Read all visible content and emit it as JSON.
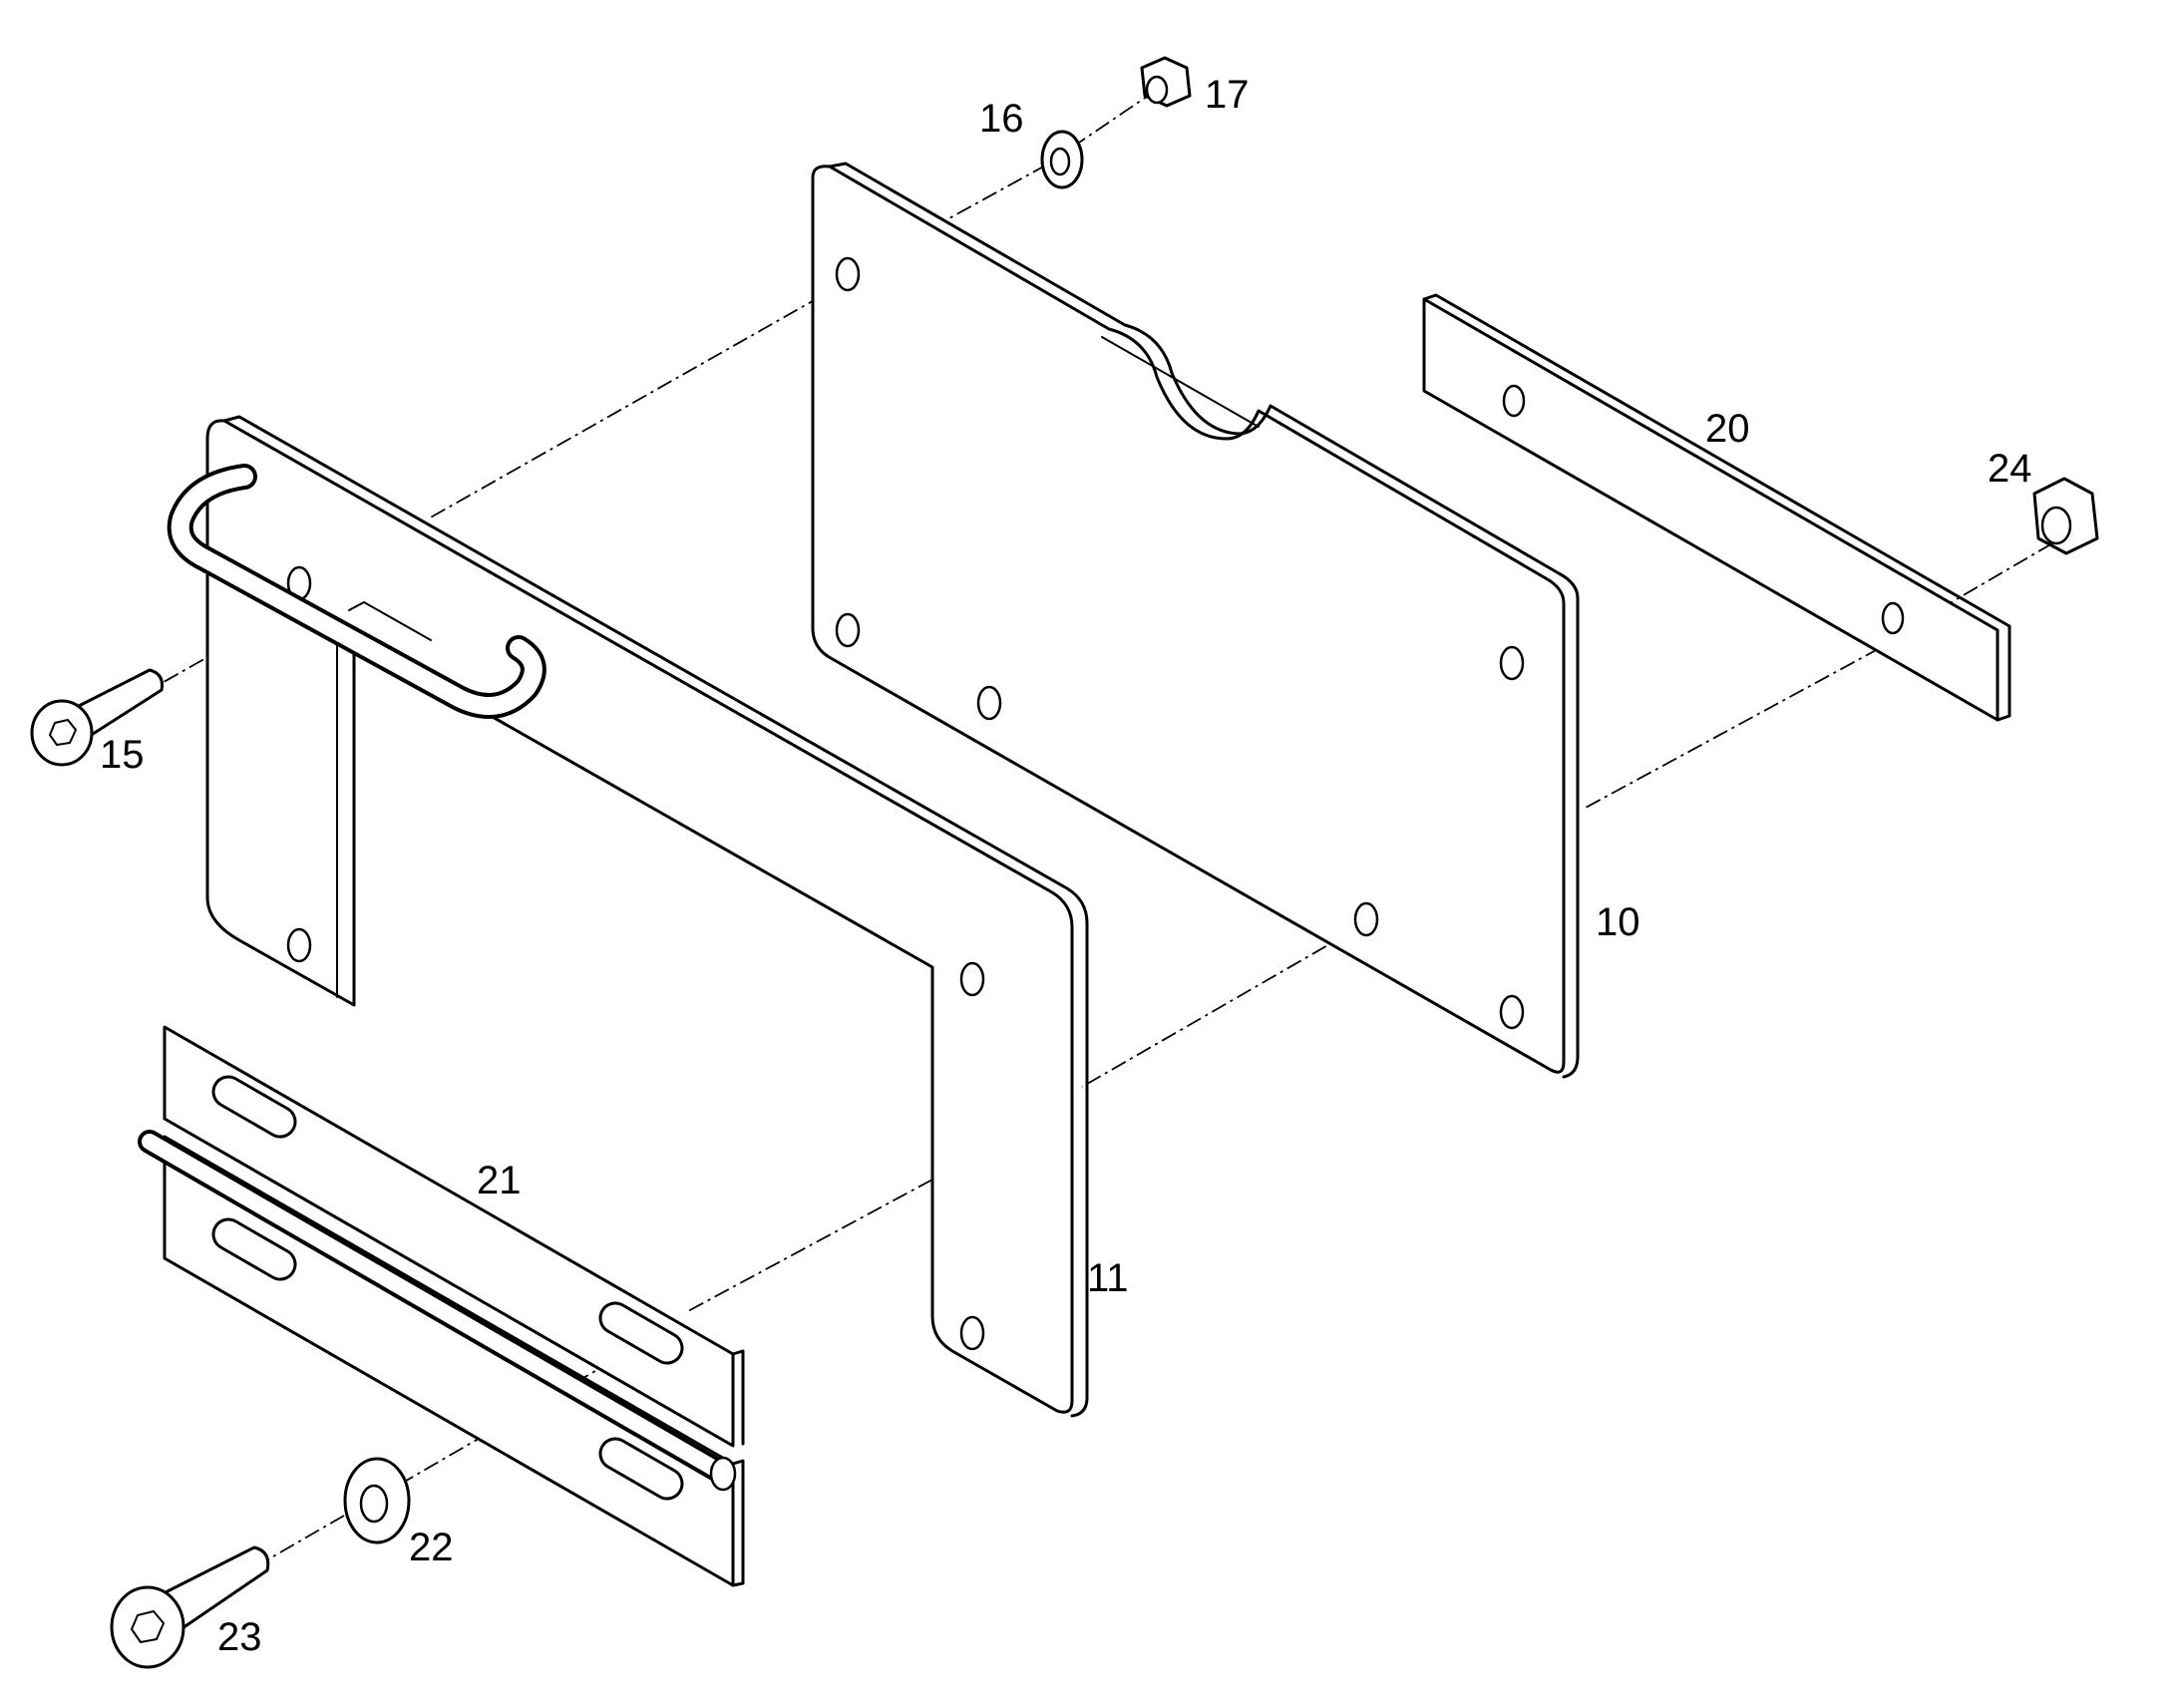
{
  "drawing": {
    "line_color": "#000000",
    "background": "#ffffff",
    "callouts": {
      "plate_10": "10",
      "bracket_11": "11",
      "screw_15": "15",
      "washer_16": "16",
      "nut_17": "17",
      "strip_20": "20",
      "clamp_21": "21",
      "washer_22": "22",
      "screw_23": "23",
      "nut_24": "24"
    }
  }
}
